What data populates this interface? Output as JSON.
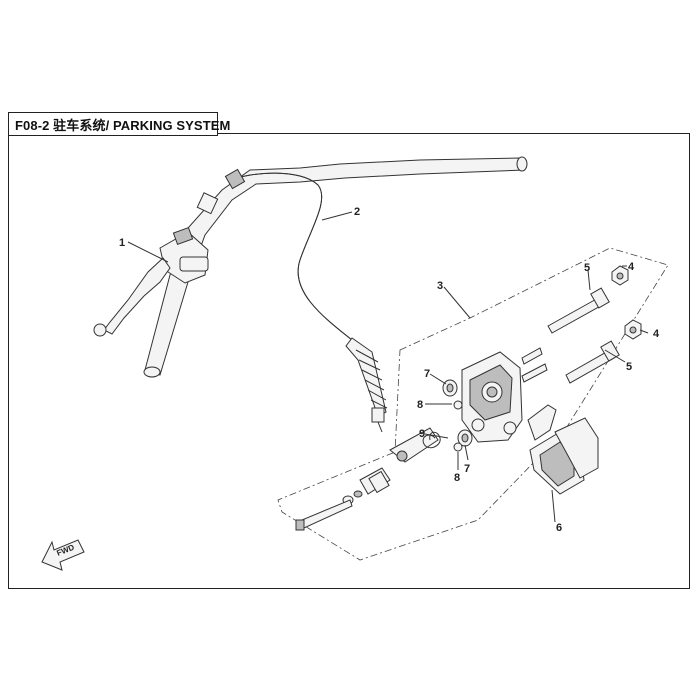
{
  "title": "F08-2 驻车系统/ PARKING SYSTEM",
  "labels": {
    "l1": "1",
    "l2": "2",
    "l3": "3",
    "l4a": "4",
    "l4b": "4",
    "l5a": "5",
    "l5b": "5",
    "l6": "6",
    "l7a": "7",
    "l7b": "7",
    "l8a": "8",
    "l8b": "8",
    "l9": "9"
  },
  "fwd_label": "FWD"
}
